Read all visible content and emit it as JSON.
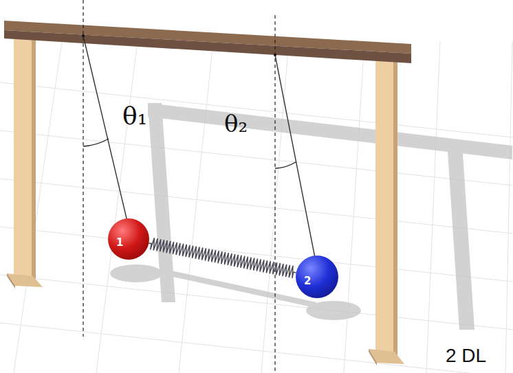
{
  "diagram": {
    "nodes": [
      {
        "text": [
          "1"
        ]
      },
      {
        "text": [
          "2"
        ]
      }
    ],
    "edges": [
      {
        "from": 0,
        "to": 1,
        "arrow": "none"
      }
    ],
    "labels": [
      "θ₁",
      "θ₂",
      "2 DL"
    ]
  }
}
